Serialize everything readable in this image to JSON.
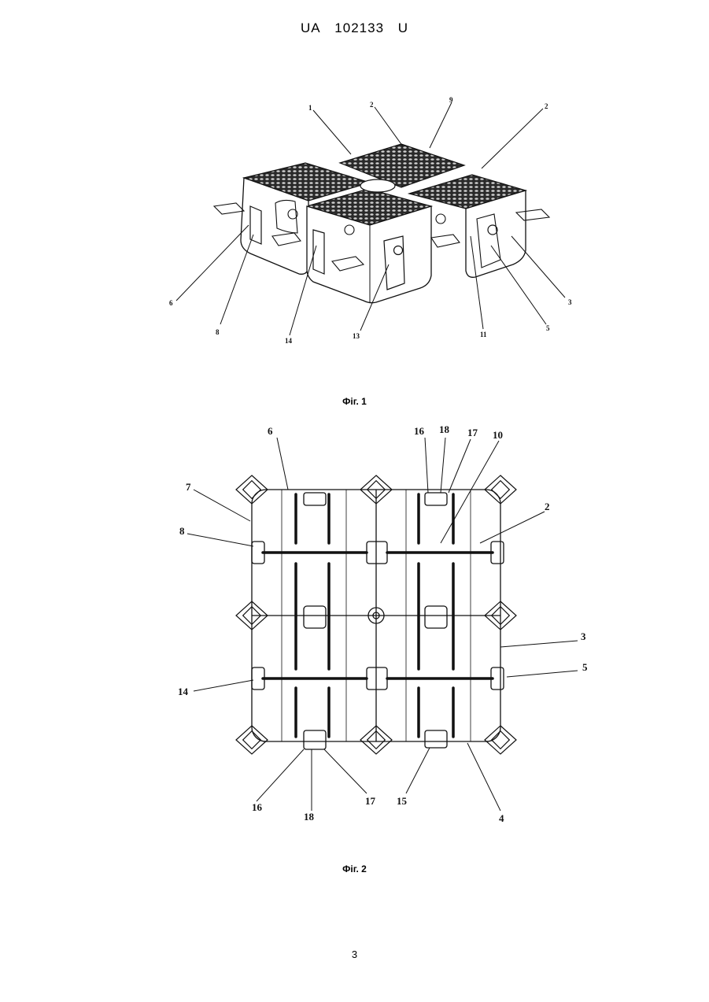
{
  "header": {
    "country": "UA",
    "number": "102133",
    "kind": "U"
  },
  "figure1": {
    "caption": "Фіг. 1",
    "labels": [
      "1",
      "2",
      "9",
      "2",
      "6",
      "8",
      "14",
      "13",
      "11",
      "5",
      "3"
    ]
  },
  "figure2": {
    "caption": "Фіг. 2",
    "labels": [
      "6",
      "16",
      "18",
      "17",
      "10",
      "7",
      "2",
      "8",
      "3",
      "5",
      "14",
      "16",
      "18",
      "17",
      "15",
      "4"
    ]
  },
  "page_number": "3"
}
